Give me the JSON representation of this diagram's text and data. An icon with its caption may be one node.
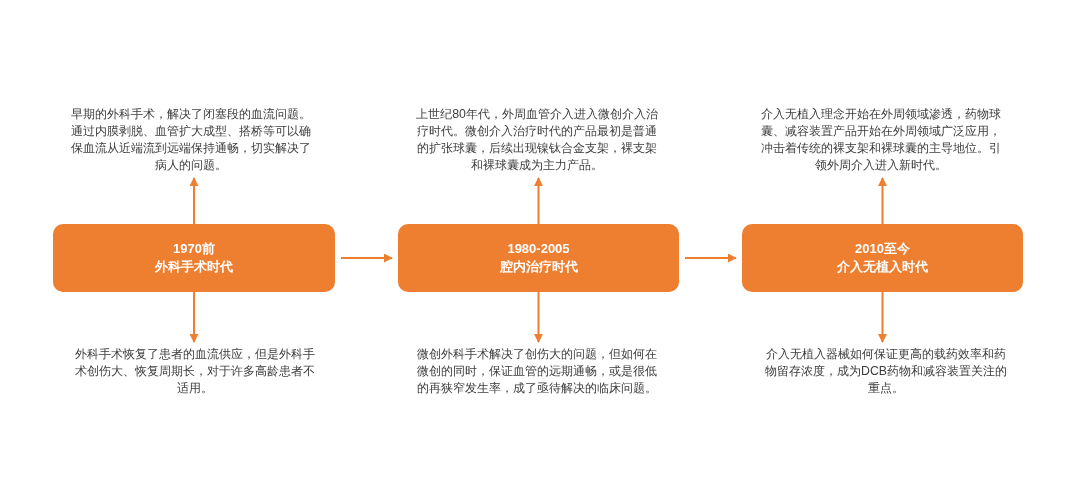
{
  "diagram": {
    "nodes": [
      {
        "text": [
          "1970前",
          "外科手术时代"
        ]
      },
      {
        "text": [
          "1980-2005",
          "腔内治疗时代"
        ]
      },
      {
        "text": [
          "2010至今",
          "介入无植入时代"
        ]
      },
      {
        "text": [
          "早期的外科手术，解决了闭塞段的血流问题。通过内膜剥脱、血管扩大成型、搭桥等可以确保血流从近端流到远端保持通畅，切实解决了病人的问题。"
        ]
      },
      {
        "text": [
          "外科手术恢复了患者的血流供应，但是外科手术创伤大、恢复周期长，对于许多高龄患者不适用。"
        ]
      },
      {
        "text": [
          "上世纪80年代，外周血管介入进入微创介入治疗时代。微创介入治疗时代的产品最初是普通的扩张球囊，后续出现镍钛合金支架，裸支架和裸球囊成为主力产品。"
        ]
      },
      {
        "text": [
          "微创外科手术解决了创伤大的问题，但如何在微创的同时，保证血管的远期通畅，或是很低的再狭窄发生率，成了亟待解决的临床问题。"
        ]
      },
      {
        "text": [
          "介入无植入理念开始在外周领域渗透，药物球囊、减容装置产品开始在外周领域广泛应用，冲击着传统的裸支架和裸球囊的主导地位。引领外周介入进入新时代。"
        ]
      },
      {
        "text": [
          "介入无植入器械如何保证更高的载药效率和药物留存浓度，成为DCB药物和减容装置关注的重点。"
        ]
      }
    ],
    "edges": [
      {
        "from": 0,
        "to": 1,
        "arrow": "to"
      },
      {
        "from": 1,
        "to": 2,
        "arrow": "to"
      },
      {
        "from": 0,
        "to": 3,
        "arrow": "to"
      },
      {
        "from": 0,
        "to": 4,
        "arrow": "to"
      },
      {
        "from": 1,
        "to": 5,
        "arrow": "to"
      },
      {
        "from": 1,
        "to": 6,
        "arrow": "to"
      },
      {
        "from": 2,
        "to": 7,
        "arrow": "to"
      },
      {
        "from": 2,
        "to": 8,
        "arrow": "to"
      }
    ]
  }
}
